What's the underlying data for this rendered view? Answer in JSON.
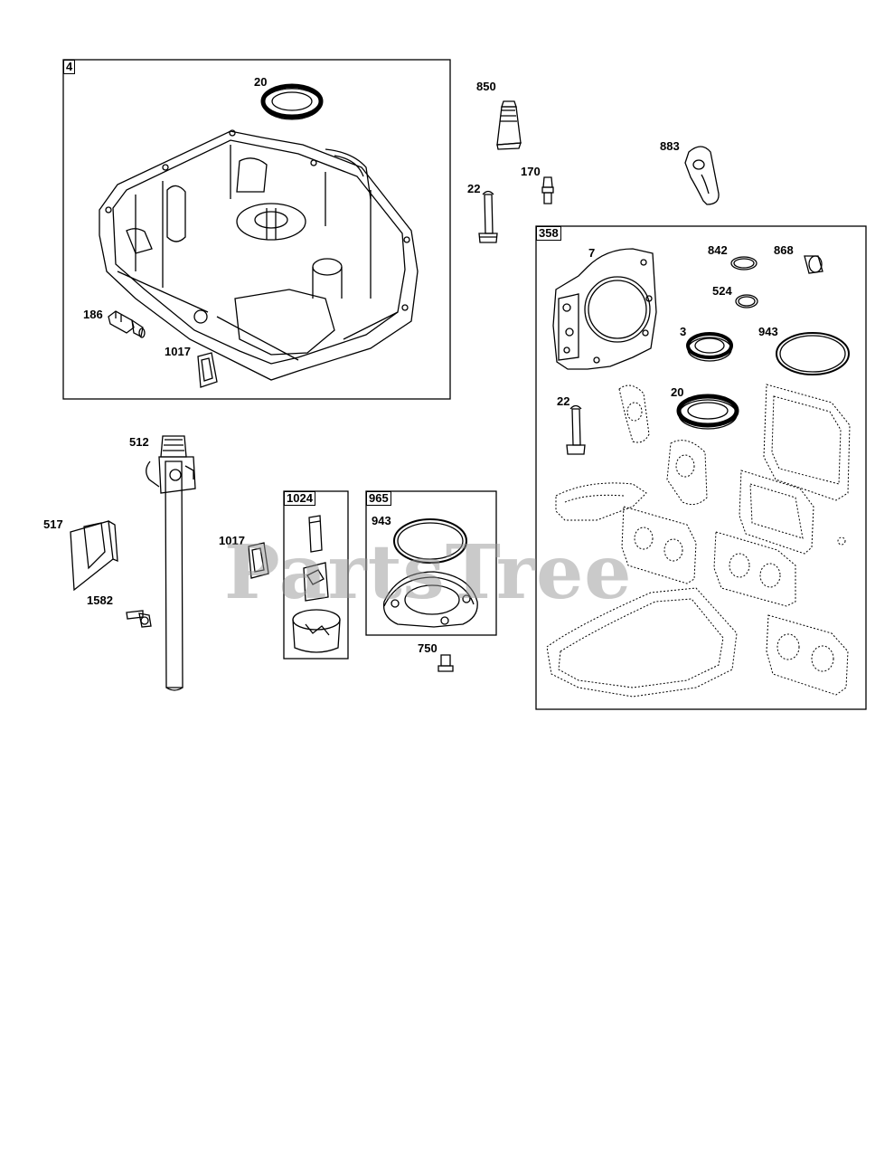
{
  "brand": {
    "watermark": "PartsTree",
    "line_color": "#000000",
    "watermark_color": "#969696"
  },
  "groups": {
    "g4": "4",
    "g358": "358",
    "g1024": "1024",
    "g965": "965"
  },
  "labels": {
    "p20_top": "20",
    "p186": "186",
    "p1017_a": "1017",
    "p850": "850",
    "p22_top": "22",
    "p170": "170",
    "p883": "883",
    "p7": "7",
    "p842": "842",
    "p868": "868",
    "p524": "524",
    "p3": "3",
    "p943_kit": "943",
    "p22_kit": "22",
    "p20_kit": "20",
    "p512": "512",
    "p517": "517",
    "p1582": "1582",
    "p1017_b": "1017",
    "p943_box": "943",
    "p750": "750"
  }
}
